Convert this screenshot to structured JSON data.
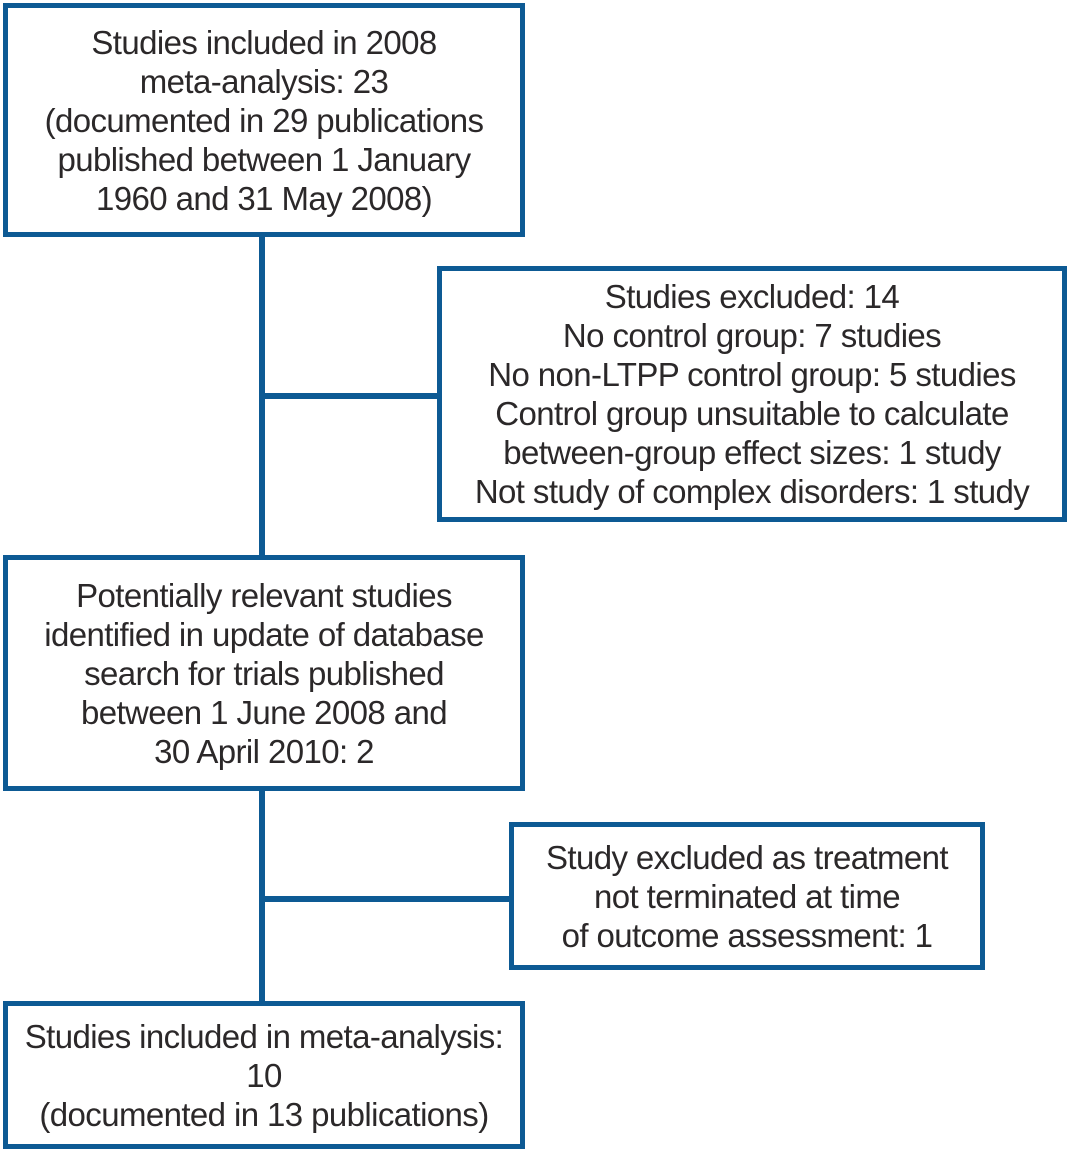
{
  "figure": {
    "type": "study-selection-flowchart",
    "background_color": "#ffffff",
    "line_color": "#0d5a94",
    "text_color": "#2b2829"
  },
  "boxes": [
    {
      "id": "included-2008",
      "lines": [
        "Studies included in 2008",
        "meta-analysis: 23",
        "(documented in 29 publications",
        "published between 1 January",
        "1960 and 31 May 2008)"
      ]
    },
    {
      "id": "excluded-14",
      "lines": [
        "Studies excluded: 14",
        "No control group: 7 studies",
        "No non-LTPP control group: 5 studies",
        "Control group unsuitable to calculate",
        "between-group effect sizes: 1 study",
        "Not study of complex disorders: 1 study"
      ]
    },
    {
      "id": "update-search",
      "lines": [
        "Potentially relevant studies",
        "identified in update of database",
        "search for trials published",
        "between 1 June 2008 and",
        "30 April 2010: 2"
      ]
    },
    {
      "id": "excluded-1",
      "lines": [
        "Study excluded as treatment",
        "not terminated at time",
        "of outcome assessment: 1"
      ]
    },
    {
      "id": "included-final",
      "lines": [
        "Studies included in meta-analysis:",
        "10",
        "(documented in 13 publications)"
      ]
    }
  ],
  "connectors": [
    {
      "id": "v1",
      "kind": "vertical",
      "from": "included-2008",
      "to": "update-search"
    },
    {
      "id": "h1",
      "kind": "horizontal",
      "from": "v1",
      "to": "excluded-14"
    },
    {
      "id": "v2",
      "kind": "vertical",
      "from": "update-search",
      "to": "included-final"
    },
    {
      "id": "h2",
      "kind": "horizontal",
      "from": "v2",
      "to": "excluded-1"
    }
  ]
}
